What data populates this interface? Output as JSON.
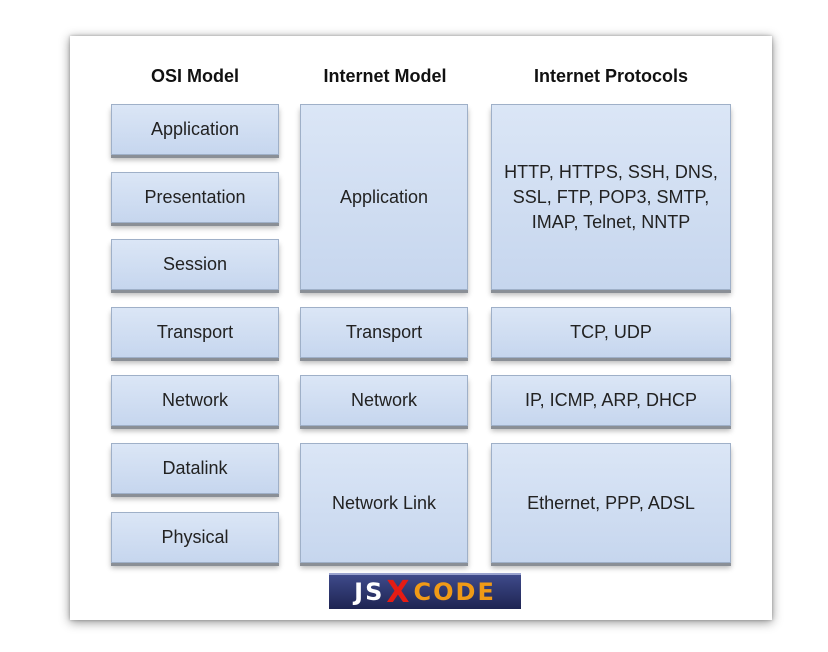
{
  "headers": {
    "osi": "OSI Model",
    "internet": "Internet Model",
    "protocols": "Internet Protocols"
  },
  "osi_layers": [
    "Application",
    "Presentation",
    "Session",
    "Transport",
    "Network",
    "Datalink",
    "Physical"
  ],
  "internet_layers": [
    "Application",
    "Transport",
    "Network",
    "Network Link"
  ],
  "protocols": {
    "application": [
      "HTTP, HTTPS, SSH, DNS,",
      "SSL, FTP, POP3, SMTP,",
      "IMAP, Telnet, NNTP"
    ],
    "transport": "TCP, UDP",
    "network": "IP, ICMP, ARP, DHCP",
    "link": "Ethernet, PPP, ADSL"
  },
  "logo": {
    "part1": "JS",
    "part2": "X",
    "part3": "CODE"
  }
}
